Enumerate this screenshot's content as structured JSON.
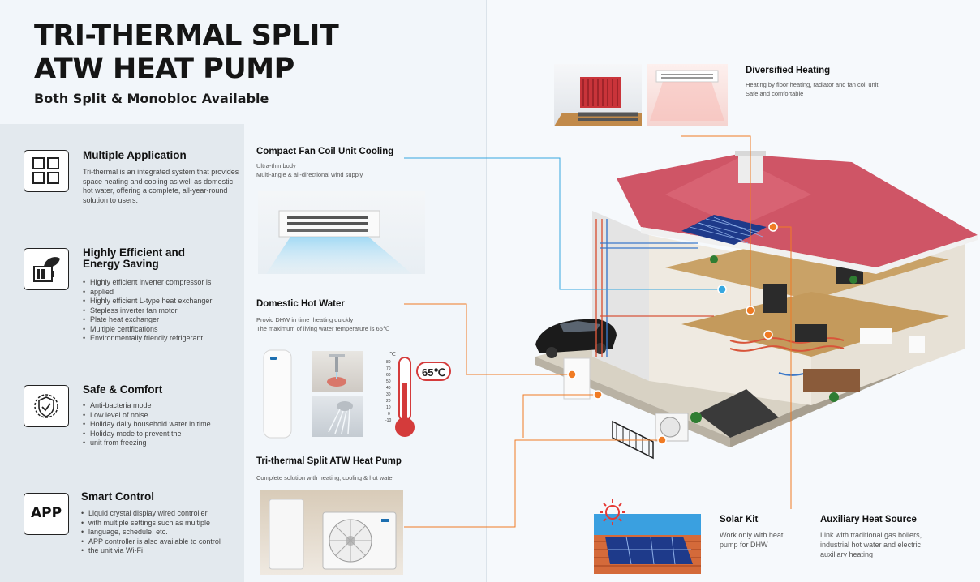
{
  "header": {
    "title_line1": "TRI-THERMAL SPLIT",
    "title_line2": "ATW HEAT PUMP",
    "subtitle": "Both Split & Monobloc Available"
  },
  "features": [
    {
      "title": "Multiple Application",
      "icon": "grid-icon",
      "desc": "Tri-thermal is an integrated system that provides space heating and cooling as well as domestic hot water, offering a complete, all-year-round solution to users."
    },
    {
      "title_line1": "Highly Efficient and",
      "title_line2": "Energy Saving",
      "icon": "leaf-battery-icon",
      "items": [
        "Highly efficient inverter compressor is",
        "applied",
        "Highly efficient L-type heat exchanger",
        "Stepless inverter fan motor",
        "Plate heat exchanger",
        "Multiple certifications",
        "Environmentally friendly refrigerant"
      ]
    },
    {
      "title": "Safe & Comfort",
      "icon": "shield-virus-icon",
      "items": [
        "Anti-bacteria mode",
        "Low  level of noise",
        "Holiday daily household water in time",
        "Holiday mode to prevent the",
        "unit from freezing"
      ]
    },
    {
      "title": "Smart Control",
      "icon_text": "APP",
      "items": [
        "Liquid crystal display wired controller",
        "with multiple settings such as multiple",
        "language, schedule, etc.",
        "APP controller is also available to control",
        "the unit via Wi-Fi"
      ]
    }
  ],
  "sections": {
    "fan_coil": {
      "title": "Compact Fan Coil Unit Cooling",
      "line1": "Ultra-thin body",
      "line2": "Multi-angle & all-directional wind supply"
    },
    "dhw": {
      "title": "Domestic Hot Water",
      "line1": "Provid DHW in time ,heating quickly",
      "line2": "The maximum of living water temperature is 65℃",
      "temp_label": "65℃",
      "unit": "℃",
      "scale": [
        "80",
        "70",
        "60",
        "50",
        "40",
        "30",
        "20",
        "10",
        "0",
        "-10"
      ]
    },
    "tri": {
      "title": "Tri-thermal Split ATW Heat Pump",
      "line1": "Complete solution with heating, cooling & hot water"
    },
    "heating": {
      "title": "Diversified Heating",
      "line1": "Heating by floor heating, radiator and fan coil unit",
      "line2": "Safe and comfortable"
    },
    "solar": {
      "title": "Solar Kit",
      "line1": "Work only with heat",
      "line2": "pump for DHW"
    },
    "aux": {
      "title": "Auxiliary Heat Source",
      "line1": "Link with traditional gas boilers,",
      "line2": "industrial hot water and electric",
      "line3": "auxiliary heating"
    }
  },
  "colors": {
    "accent_orange": "#f07b24",
    "accent_blue": "#35a7e0",
    "roof": "#cf5566",
    "thermo_red": "#d43b3b"
  }
}
